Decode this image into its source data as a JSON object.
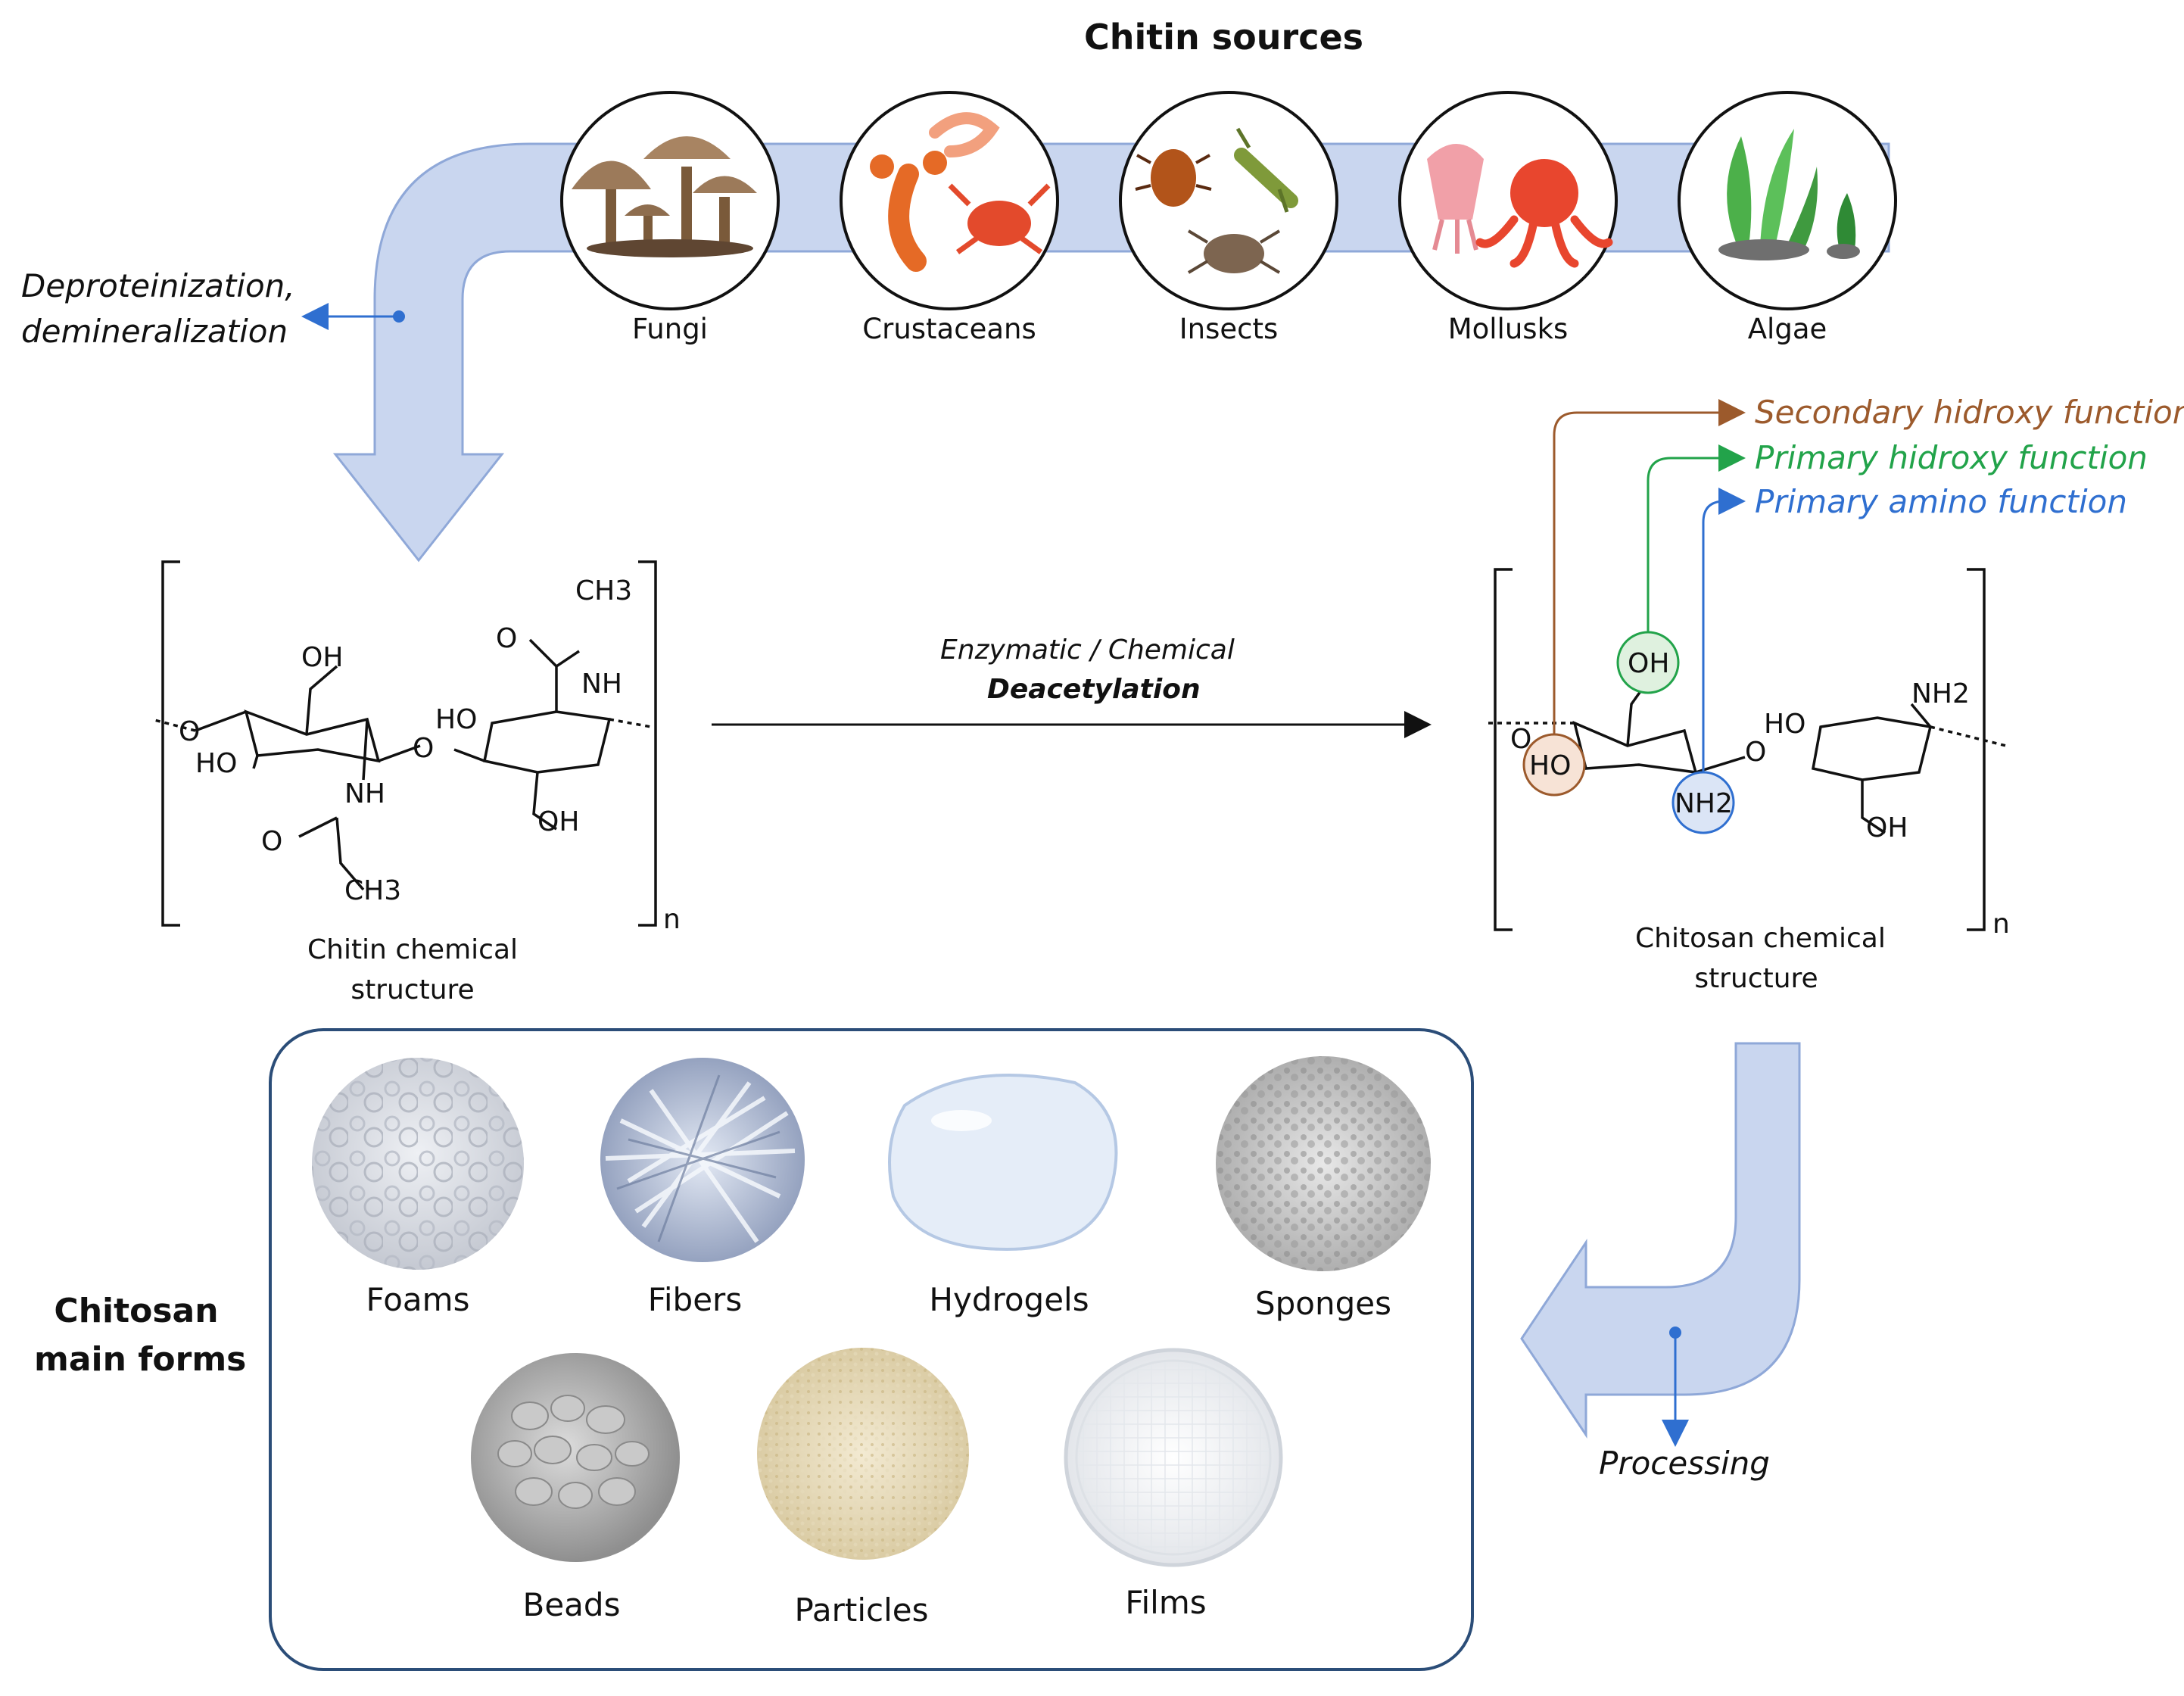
{
  "chitin_sources": {
    "title": "Chitin sources",
    "items": [
      "Fungi",
      "Crustaceans",
      "Insects",
      "Mollusks",
      "Algae"
    ]
  },
  "process_step_left": [
    "Deproteinization,",
    "demineralization"
  ],
  "process_step_right": "Processing",
  "reaction": {
    "line1": "Enzymatic / Chemical",
    "line2": "Deacetylation"
  },
  "functions": {
    "secondary_hydroxy": "Secondary hidroxy function",
    "primary_hydroxy": "Primary hidroxy function",
    "primary_amino": "Primary amino function",
    "colors": {
      "secondary_hydroxy": "#9c5a2c",
      "primary_hydroxy": "#22a34a",
      "primary_amino": "#2f6fd0"
    }
  },
  "chitin_structure": {
    "caption": [
      "Chitin chemical",
      "structure"
    ],
    "labels": {
      "ch3_top": "CH3",
      "o_top": "O",
      "nh_top": "NH",
      "oh_top": "OH",
      "ho_mid": "HO",
      "o_left": "O",
      "ho_left": "HO",
      "nh_bottom": "NH",
      "o_link": "O",
      "oh_bottom": "OH",
      "o_bottom": "O",
      "ch3_bottom": "CH3",
      "n": "n"
    }
  },
  "chitosan_structure": {
    "caption": [
      "Chitosan chemical",
      "structure"
    ],
    "labels": {
      "oh_primary": "OH",
      "ho_secondary": "HO",
      "nh2_primary": "NH2",
      "nh2_top": "NH2",
      "ho_mid": "HO",
      "oh_bottom": "OH",
      "o_left": "O",
      "o_link": "O",
      "n": "n"
    }
  },
  "chitosan_forms": {
    "title": [
      "Chitosan",
      "main forms"
    ],
    "row1": [
      "Foams",
      "Fibers",
      "Hydrogels",
      "Sponges"
    ],
    "row2": [
      "Beads",
      "Particles",
      "Films"
    ]
  },
  "colors": {
    "arrow_fill": "#c9d6ef",
    "arrow_stroke": "#8fa8d8",
    "frame": "#2b4d78",
    "accent": "#2f6fd0"
  }
}
